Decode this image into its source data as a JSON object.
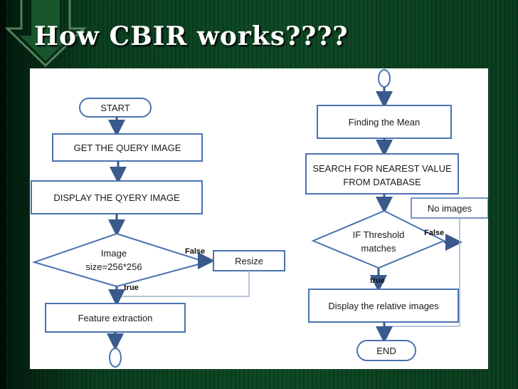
{
  "slide": {
    "title": "How CBIR works????"
  },
  "flowchart": {
    "left": {
      "start": "START",
      "get_query": "GET THE QUERY IMAGE",
      "display_query": "DISPLAY THE QYERY IMAGE",
      "decision_line1": "Image",
      "decision_line2": "size=256*256",
      "false_label": "False",
      "resize": "Resize",
      "true_label": "true",
      "feature": "Feature extraction"
    },
    "right": {
      "mean": "Finding the Mean",
      "search_line1": "SEARCH FOR NEAREST VALUE",
      "search_line2": "FROM DATABASE",
      "no_images": "No images",
      "decision_line1": "IF Threshold",
      "decision_line2": "matches",
      "false_label": "False",
      "true_label": "true",
      "display_relative": "Display the relative images",
      "end": "END"
    }
  },
  "colors": {
    "box_stroke": "#4a72b0",
    "arrow": "#3a5a8c",
    "connector": "#9fb4d4"
  }
}
